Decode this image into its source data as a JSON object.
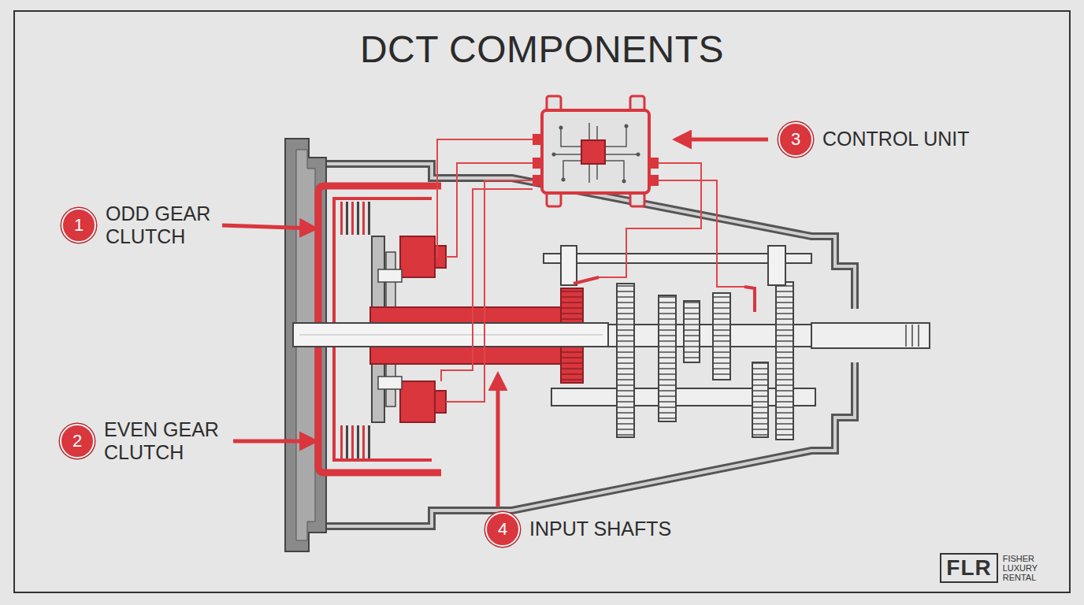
{
  "diagram": {
    "title": "DCT COMPONENTS",
    "nodes": [
      {
        "text": [
          "1",
          "ODD GEAR CLUTCH"
        ]
      },
      {
        "text": [
          "2",
          "EVEN GEAR CLUTCH"
        ]
      },
      {
        "text": [
          "3",
          "CONTROL UNIT"
        ]
      },
      {
        "text": [
          "4",
          "INPUT SHAFTS"
        ]
      },
      {
        "text": [
          "FLR",
          "FISHER LUXURY RENTAL"
        ]
      }
    ]
  }
}
